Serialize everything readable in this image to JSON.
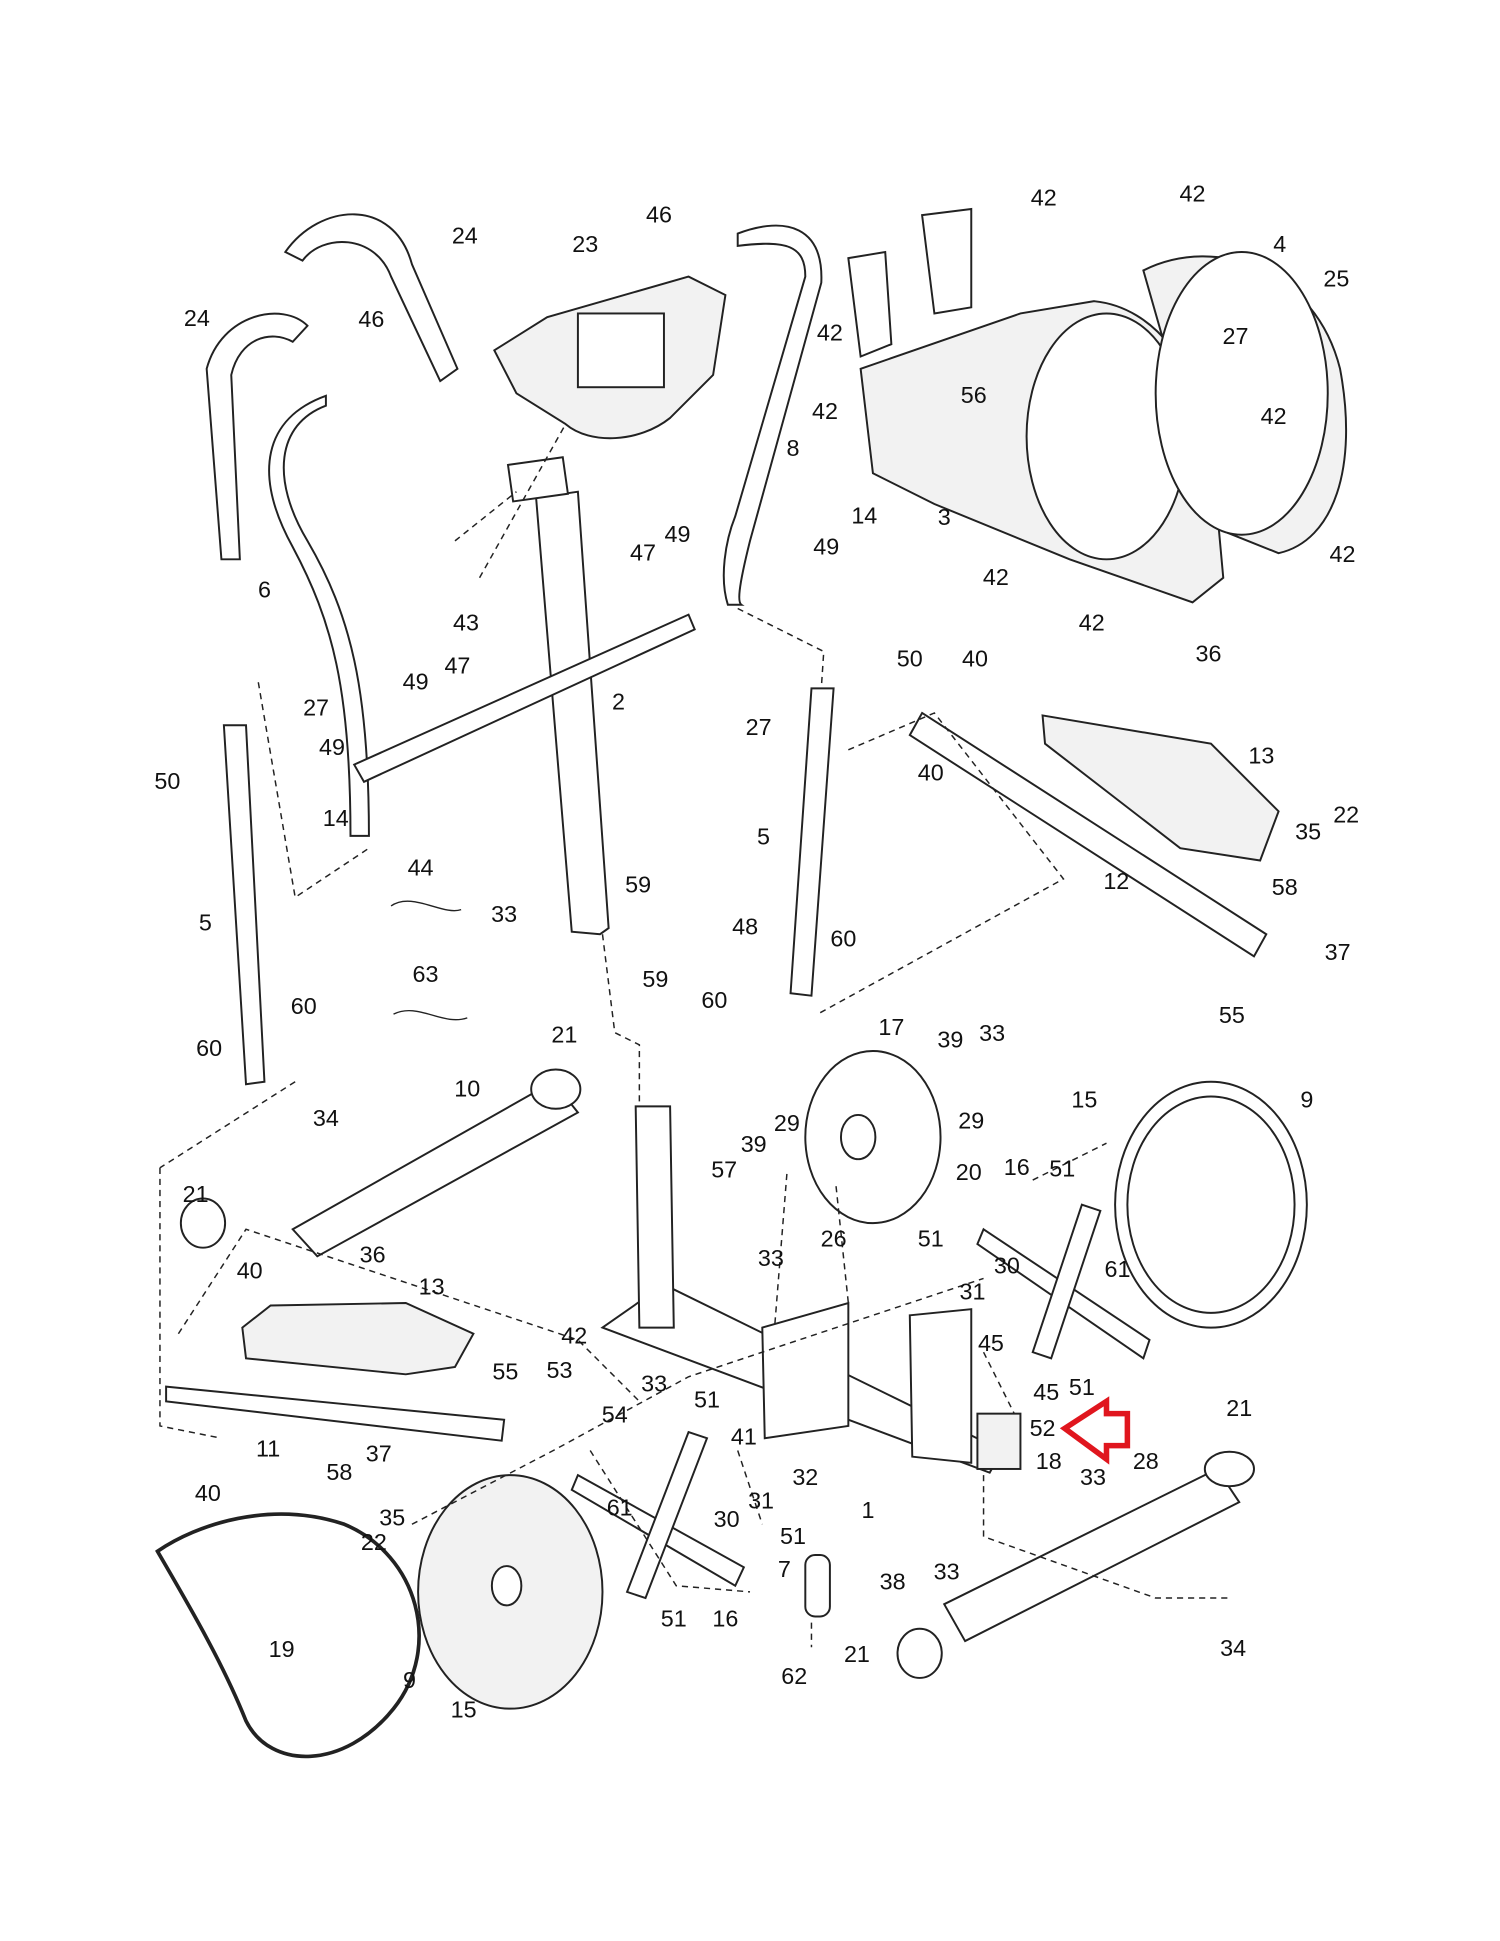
{
  "diagram": {
    "type": "exploded parts diagram",
    "part_labels": [
      "24",
      "24",
      "46",
      "23",
      "46",
      "42",
      "42",
      "4",
      "25",
      "42",
      "27",
      "56",
      "42",
      "42",
      "8",
      "3",
      "14",
      "49",
      "42",
      "42",
      "49",
      "47",
      "43",
      "6",
      "42",
      "36",
      "40",
      "50",
      "2",
      "49",
      "47",
      "27",
      "27",
      "50",
      "49",
      "14",
      "13",
      "40",
      "5",
      "35",
      "22",
      "44",
      "12",
      "58",
      "33",
      "59",
      "48",
      "37",
      "5",
      "59",
      "60",
      "63",
      "60",
      "55",
      "60",
      "60",
      "17",
      "39",
      "33",
      "21",
      "10",
      "15",
      "9",
      "29",
      "29",
      "34",
      "39",
      "57",
      "20",
      "16",
      "51",
      "21",
      "26",
      "51",
      "61",
      "33",
      "40",
      "36",
      "13",
      "30",
      "31",
      "45",
      "42",
      "53",
      "45",
      "51",
      "33",
      "55",
      "54",
      "51",
      "52",
      "41",
      "18",
      "11",
      "37",
      "21",
      "28",
      "33",
      "32",
      "40",
      "58",
      "35",
      "1",
      "22",
      "31",
      "30",
      "61",
      "51",
      "7",
      "38",
      "33",
      "19",
      "16",
      "51",
      "62",
      "21",
      "34",
      "9",
      "15"
    ],
    "highlight": {
      "part": "52",
      "icon": "red-arrow-icon",
      "color": "#e0161e"
    }
  }
}
